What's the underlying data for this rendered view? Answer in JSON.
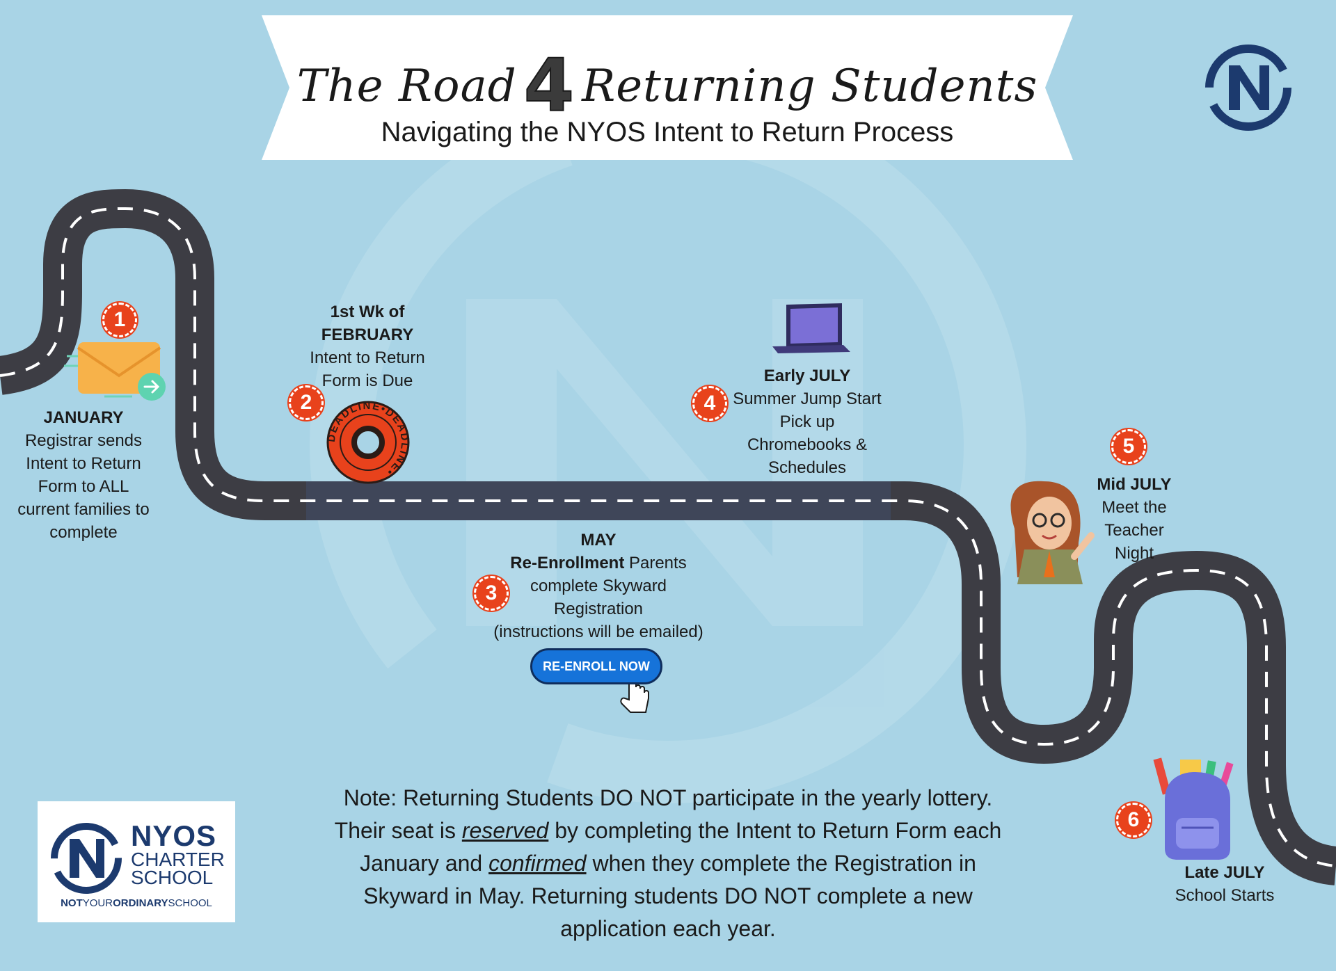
{
  "colors": {
    "background": "#a9d4e6",
    "road": "#3d3d44",
    "road_highlight": "#3f4659",
    "badge": "#e8421c",
    "brand_navy": "#1c3a6e",
    "button_blue": "#1673d9"
  },
  "title": {
    "part1": "The Road",
    "number": "4",
    "part2": "Returning Students",
    "subtitle": "Navigating the NYOS Intent to Return Process"
  },
  "steps": [
    {
      "number": "1",
      "icon": "envelope-send-icon",
      "heading": "JANUARY",
      "lines": [
        "Registrar sends",
        "Intent to Return",
        "Form to ALL",
        "current families to",
        "complete"
      ]
    },
    {
      "number": "2",
      "icon": "deadline-stamp-icon",
      "stamp_text": "DEADLINE•DEADLINE•",
      "heading": [
        "1st Wk of",
        "FEBRUARY"
      ],
      "lines": [
        "Intent to Return",
        "Form is Due"
      ]
    },
    {
      "number": "3",
      "icon": "pointer-hand-icon",
      "heading": "MAY",
      "line1_bold": "Re-Enrollment",
      "line1_rest": " Parents",
      "lines": [
        "complete Skyward",
        "Registration",
        "(instructions will be emailed)"
      ],
      "button_label": "RE-ENROLL NOW"
    },
    {
      "number": "4",
      "icon": "laptop-icon",
      "heading": "Early JULY",
      "lines": [
        "Summer Jump Start",
        "Pick up",
        "Chromebooks &",
        "Schedules"
      ]
    },
    {
      "number": "5",
      "icon": "teacher-icon",
      "heading": "Mid JULY",
      "lines": [
        "Meet the",
        "Teacher",
        "Night"
      ]
    },
    {
      "number": "6",
      "icon": "backpack-icon",
      "heading": "Late JULY",
      "lines": [
        "School Starts"
      ]
    }
  ],
  "note": {
    "p1": "Note: Returning Students DO NOT participate in the yearly lottery. Their seat is ",
    "em1": "reserved",
    "p2": " by completing the Intent to Return Form each January and ",
    "em2": "confirmed",
    "p3": " when they complete the Registration in Skyward in May.  Returning students DO NOT complete a new application each year."
  },
  "logo": {
    "name": "NYOS",
    "line2": "CHARTER",
    "line3": "SCHOOL",
    "tag_a": "NOT",
    "tag_b": "YOUR",
    "tag_c": "ORDINARY",
    "tag_d": "SCHOOL"
  }
}
